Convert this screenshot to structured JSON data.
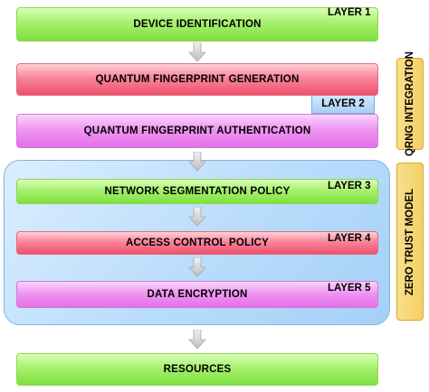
{
  "bars": {
    "device_identification": "DEVICE IDENTIFICATION",
    "quantum_fingerprint_generation": "QUANTUM FINGERPRINT GENERATION",
    "quantum_fingerprint_authentication": "QUANTUM FINGERPRINT AUTHENTICATION",
    "network_segmentation_policy": "NETWORK SEGMENTATION POLICY",
    "access_control_policy": "ACCESS CONTROL POLICY",
    "data_encryption": "DATA ENCRYPTION",
    "resources": "RESOURCES"
  },
  "layers": {
    "layer1": "LAYER 1",
    "layer2": "LAYER 2",
    "layer3": "LAYER 3",
    "layer4": "LAYER 4",
    "layer5": "LAYER 5"
  },
  "side_labels": {
    "qrng_integration": "QRNG INTEGRATION",
    "zero_trust_model": "ZERO TRUST MODEL"
  },
  "colors": {
    "green": "#7ee03f",
    "red": "#f0506c",
    "purple": "#e46fe9",
    "blue_panel": "#b9dcfb",
    "gold_side": "#f4cf63"
  },
  "icons": {
    "flow_arrow": "arrow-down-icon"
  }
}
